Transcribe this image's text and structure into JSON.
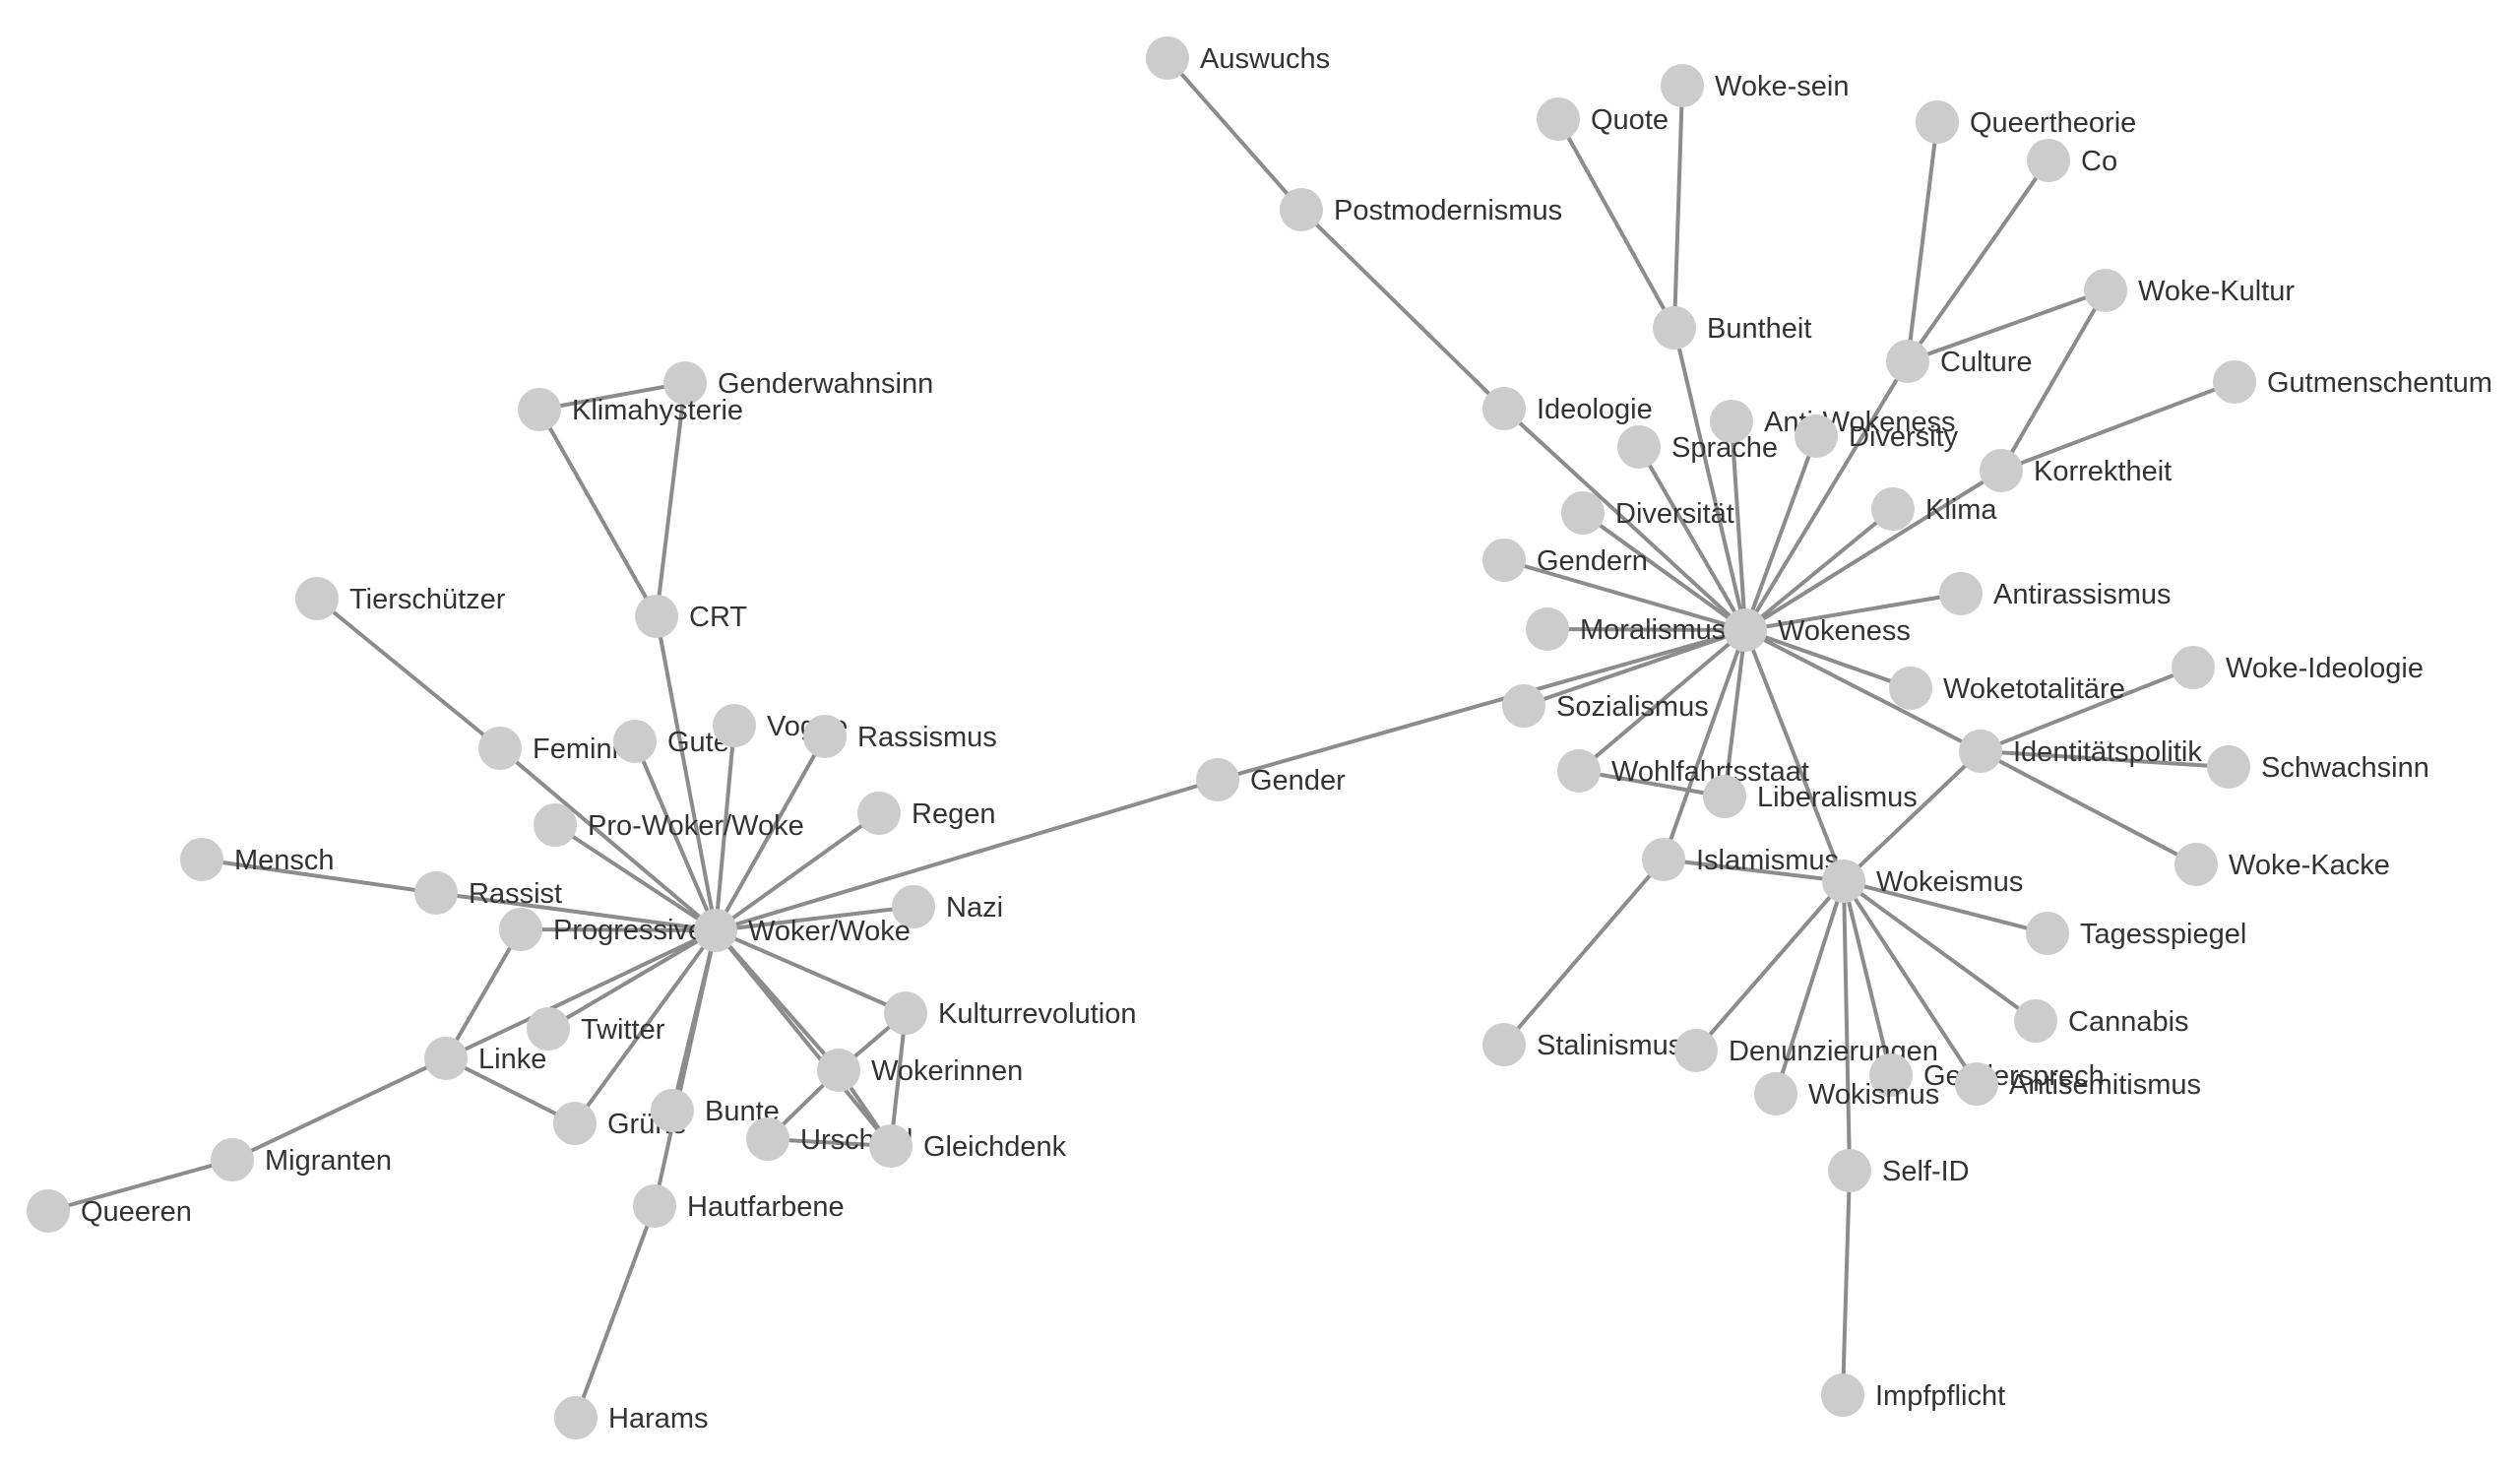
{
  "colors": {
    "edge": "#8c8c8c",
    "node": "#cccccc",
    "label": "#333333",
    "background": "#ffffff"
  },
  "nodes": [
    {
      "id": "Auswuchs",
      "label": "Auswuchs"
    },
    {
      "id": "Postmodernismus",
      "label": "Postmodernismus"
    },
    {
      "id": "Ideologie",
      "label": "Ideologie"
    },
    {
      "id": "Quote",
      "label": "Quote"
    },
    {
      "id": "Woke-sein",
      "label": "Woke-sein"
    },
    {
      "id": "Buntheit",
      "label": "Buntheit"
    },
    {
      "id": "Queertheorie",
      "label": "Queertheorie"
    },
    {
      "id": "Co",
      "label": "Co"
    },
    {
      "id": "Culture",
      "label": "Culture"
    },
    {
      "id": "Woke-Kultur",
      "label": "Woke-Kultur"
    },
    {
      "id": "Gutmenschentum",
      "label": "Gutmenschentum"
    },
    {
      "id": "Korrektheit",
      "label": "Korrektheit"
    },
    {
      "id": "Anti-Wokeness",
      "label": "Anti-Wokeness"
    },
    {
      "id": "Sprache",
      "label": "Sprache"
    },
    {
      "id": "Diversity",
      "label": "Diversity"
    },
    {
      "id": "Diversität",
      "label": "Diversität"
    },
    {
      "id": "Klima",
      "label": "Klima"
    },
    {
      "id": "Gendern",
      "label": "Gendern"
    },
    {
      "id": "Antirassismus",
      "label": "Antirassismus"
    },
    {
      "id": "Moralismus",
      "label": "Moralismus"
    },
    {
      "id": "Wokeness",
      "label": "Wokeness"
    },
    {
      "id": "Woketotalitäre",
      "label": "Woketotalitäre"
    },
    {
      "id": "Sozialismus",
      "label": "Sozialismus"
    },
    {
      "id": "Woke-Ideologie",
      "label": "Woke-Ideologie"
    },
    {
      "id": "Identitätspolitik",
      "label": "Identitätspolitik"
    },
    {
      "id": "Schwachsinn",
      "label": "Schwachsinn"
    },
    {
      "id": "Wohlfahrtsstaat",
      "label": "Wohlfahrtsstaat"
    },
    {
      "id": "Liberalismus",
      "label": "Liberalismus"
    },
    {
      "id": "Woke-Kacke",
      "label": "Woke-Kacke"
    },
    {
      "id": "Islamismus",
      "label": "Islamismus"
    },
    {
      "id": "Wokeismus",
      "label": "Wokeismus"
    },
    {
      "id": "Tagesspiegel",
      "label": "Tagesspiegel"
    },
    {
      "id": "Cannabis",
      "label": "Cannabis"
    },
    {
      "id": "Stalinismus",
      "label": "Stalinismus"
    },
    {
      "id": "Denunzierungen",
      "label": "Denunzierungen"
    },
    {
      "id": "Gendersprech",
      "label": "Gendersprech"
    },
    {
      "id": "Antisemitismus",
      "label": "Antisemitismus"
    },
    {
      "id": "Wokismus",
      "label": "Wokismus"
    },
    {
      "id": "Self-ID",
      "label": "Self-ID"
    },
    {
      "id": "Impfpflicht",
      "label": "Impfpflicht"
    },
    {
      "id": "Gender",
      "label": "Gender"
    },
    {
      "id": "Genderwahnsinn",
      "label": "Genderwahnsinn"
    },
    {
      "id": "Klimahysterie",
      "label": "Klimahysterie"
    },
    {
      "id": "CRT",
      "label": "CRT"
    },
    {
      "id": "Tierschützer",
      "label": "Tierschützer"
    },
    {
      "id": "Feminist",
      "label": "Feminist"
    },
    {
      "id": "Gute",
      "label": "Gute"
    },
    {
      "id": "Vogue",
      "label": "Vogue"
    },
    {
      "id": "Rassismus",
      "label": "Rassismus"
    },
    {
      "id": "Pro-Woker/Woke",
      "label": "Pro-Woker/Woke"
    },
    {
      "id": "Regen",
      "label": "Regen"
    },
    {
      "id": "Mensch",
      "label": "Mensch"
    },
    {
      "id": "Rassist",
      "label": "Rassist"
    },
    {
      "id": "Nazi",
      "label": "Nazi"
    },
    {
      "id": "Progressive",
      "label": "Progressive"
    },
    {
      "id": "Woker/Woke",
      "label": "Woker/Woke"
    },
    {
      "id": "Kulturrevolution",
      "label": "Kulturrevolution"
    },
    {
      "id": "Twitter",
      "label": "Twitter"
    },
    {
      "id": "Linke",
      "label": "Linke"
    },
    {
      "id": "Wokerinnen",
      "label": "Wokerinnen"
    },
    {
      "id": "Grüne",
      "label": "Grüne"
    },
    {
      "id": "Bunte",
      "label": "Bunte"
    },
    {
      "id": "Urschuld",
      "label": "Urschuld"
    },
    {
      "id": "Gleichdenk",
      "label": "Gleichdenk"
    },
    {
      "id": "Migranten",
      "label": "Migranten"
    },
    {
      "id": "Queeren",
      "label": "Queeren"
    },
    {
      "id": "Hautfarbene",
      "label": "Hautfarbene"
    },
    {
      "id": "Harams",
      "label": "Harams"
    }
  ],
  "edges": [
    [
      "Auswuchs",
      "Postmodernismus"
    ],
    [
      "Postmodernismus",
      "Ideologie"
    ],
    [
      "Ideologie",
      "Wokeness"
    ],
    [
      "Quote",
      "Buntheit"
    ],
    [
      "Woke-sein",
      "Buntheit"
    ],
    [
      "Buntheit",
      "Wokeness"
    ],
    [
      "Queertheorie",
      "Culture"
    ],
    [
      "Co",
      "Culture"
    ],
    [
      "Culture",
      "Woke-Kultur"
    ],
    [
      "Culture",
      "Wokeness"
    ],
    [
      "Woke-Kultur",
      "Korrektheit"
    ],
    [
      "Gutmenschentum",
      "Korrektheit"
    ],
    [
      "Korrektheit",
      "Wokeness"
    ],
    [
      "Anti-Wokeness",
      "Wokeness"
    ],
    [
      "Sprache",
      "Wokeness"
    ],
    [
      "Diversity",
      "Wokeness"
    ],
    [
      "Diversität",
      "Wokeness"
    ],
    [
      "Klima",
      "Wokeness"
    ],
    [
      "Gendern",
      "Wokeness"
    ],
    [
      "Antirassismus",
      "Wokeness"
    ],
    [
      "Moralismus",
      "Wokeness"
    ],
    [
      "Woketotalitäre",
      "Wokeness"
    ],
    [
      "Sozialismus",
      "Wokeness"
    ],
    [
      "Wohlfahrtsstaat",
      "Wokeness"
    ],
    [
      "Liberalismus",
      "Wokeness"
    ],
    [
      "Identitätspolitik",
      "Wokeness"
    ],
    [
      "Islamismus",
      "Wokeness"
    ],
    [
      "Wokeismus",
      "Wokeness"
    ],
    [
      "Gender",
      "Wokeness"
    ],
    [
      "Woke-Ideologie",
      "Identitätspolitik"
    ],
    [
      "Schwachsinn",
      "Identitätspolitik"
    ],
    [
      "Woke-Kacke",
      "Identitätspolitik"
    ],
    [
      "Identitätspolitik",
      "Wokeismus"
    ],
    [
      "Wohlfahrtsstaat",
      "Liberalismus"
    ],
    [
      "Islamismus",
      "Wokeismus"
    ],
    [
      "Islamismus",
      "Stalinismus"
    ],
    [
      "Wokeismus",
      "Tagesspiegel"
    ],
    [
      "Wokeismus",
      "Cannabis"
    ],
    [
      "Wokeismus",
      "Denunzierungen"
    ],
    [
      "Wokeismus",
      "Wokismus"
    ],
    [
      "Wokeismus",
      "Gendersprech"
    ],
    [
      "Wokeismus",
      "Antisemitismus"
    ],
    [
      "Wokeismus",
      "Self-ID"
    ],
    [
      "Self-ID",
      "Impfpflicht"
    ],
    [
      "Gender",
      "Woker/Woke"
    ],
    [
      "Klimahysterie",
      "Genderwahnsinn"
    ],
    [
      "Klimahysterie",
      "CRT"
    ],
    [
      "Genderwahnsinn",
      "CRT"
    ],
    [
      "CRT",
      "Woker/Woke"
    ],
    [
      "Tierschützer",
      "Feminist"
    ],
    [
      "Feminist",
      "Woker/Woke"
    ],
    [
      "Gute",
      "Woker/Woke"
    ],
    [
      "Vogue",
      "Woker/Woke"
    ],
    [
      "Rassismus",
      "Woker/Woke"
    ],
    [
      "Pro-Woker/Woke",
      "Woker/Woke"
    ],
    [
      "Regen",
      "Woker/Woke"
    ],
    [
      "Mensch",
      "Rassist"
    ],
    [
      "Rassist",
      "Woker/Woke"
    ],
    [
      "Nazi",
      "Woker/Woke"
    ],
    [
      "Progressive",
      "Woker/Woke"
    ],
    [
      "Progressive",
      "Linke"
    ],
    [
      "Kulturrevolution",
      "Woker/Woke"
    ],
    [
      "Twitter",
      "Woker/Woke"
    ],
    [
      "Linke",
      "Woker/Woke"
    ],
    [
      "Wokerinnen",
      "Woker/Woke"
    ],
    [
      "Grüne",
      "Woker/Woke"
    ],
    [
      "Bunte",
      "Woker/Woke"
    ],
    [
      "Gleichdenk",
      "Woker/Woke"
    ],
    [
      "Hautfarbene",
      "Woker/Woke"
    ],
    [
      "Linke",
      "Grüne"
    ],
    [
      "Linke",
      "Migranten"
    ],
    [
      "Migranten",
      "Queeren"
    ],
    [
      "Wokerinnen",
      "Kulturrevolution"
    ],
    [
      "Wokerinnen",
      "Urschuld"
    ],
    [
      "Wokerinnen",
      "Gleichdenk"
    ],
    [
      "Kulturrevolution",
      "Gleichdenk"
    ],
    [
      "Urschuld",
      "Gleichdenk"
    ],
    [
      "Hautfarbene",
      "Harams"
    ]
  ]
}
